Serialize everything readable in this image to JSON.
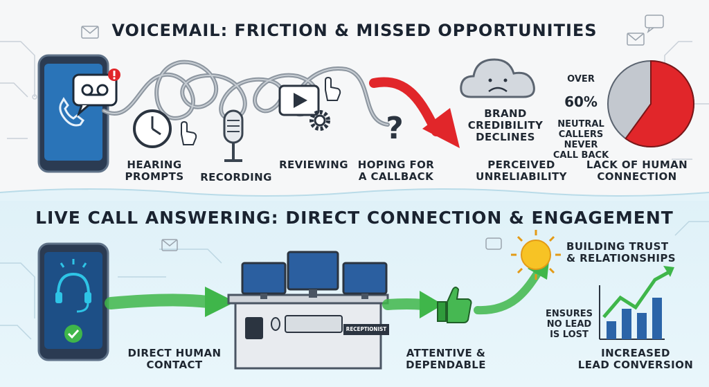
{
  "voicemail": {
    "title": "VOICEMAIL: FRICTION & MISSED OPPORTUNITIES",
    "steps": {
      "hearing": "HEARING\nPROMPTS",
      "recording": "RECORDING",
      "reviewing": "REVIEWING",
      "hoping": "HOPING FOR\nA CALLBACK"
    },
    "brand": "BRAND\nCREDIBILITY\nDECLINES",
    "perceived": "PERCEIVED\nUNRELIABILITY",
    "stat": {
      "over": "OVER",
      "value": "60%",
      "rest": "NEUTRAL\nCALLERS\nNEVER\nCALL BACK",
      "percent": 60
    },
    "lack": "LACK OF HUMAN\nCONNECTION"
  },
  "live": {
    "title": "LIVE CALL ANSWERING: DIRECT CONNECTION & ENGAGEMENT",
    "direct": "DIRECT HUMAN\nCONTACT",
    "desk_sign": "RECEPTIONIST",
    "attentive": "ATTENTIVE &\nDEPENDABLE",
    "trust": "BUILDING TRUST\n& RELATIONSHIPS",
    "ensures": "ENSURES\nNO LEAD\nIS LOST",
    "conversion": "INCREASED\nLEAD CONVERSION"
  },
  "colors": {
    "accent_red": "#e1262a",
    "accent_green": "#3fb64a",
    "phone_glow": "#2ec4e6",
    "sun": "#f7c325"
  }
}
